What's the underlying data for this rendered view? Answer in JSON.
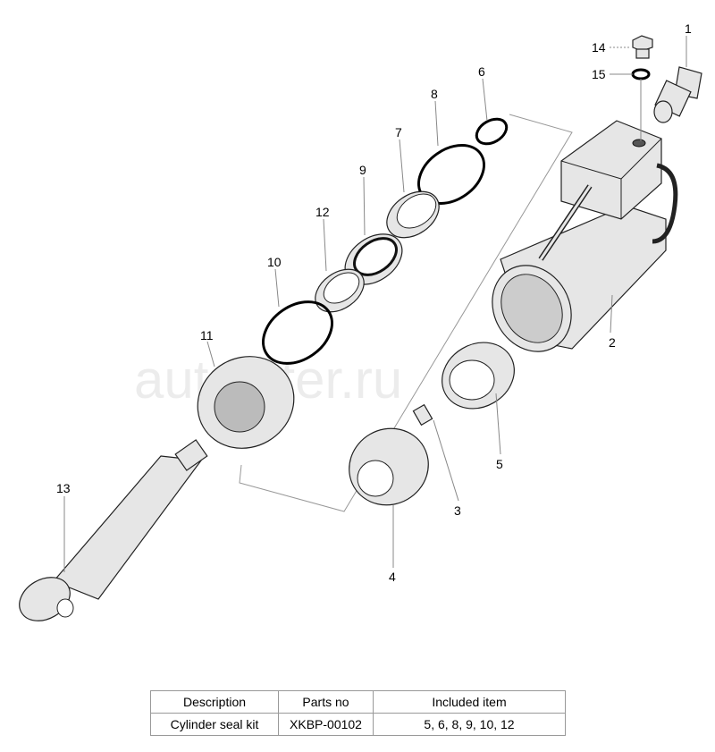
{
  "watermark": "autopiter.ru",
  "callouts": {
    "c1": "1",
    "c2": "2",
    "c3": "3",
    "c4": "4",
    "c5": "5",
    "c6": "6",
    "c7": "7",
    "c8": "8",
    "c9": "9",
    "c10": "10",
    "c11": "11",
    "c12": "12",
    "c13": "13",
    "c14": "14",
    "c15": "15"
  },
  "kit_table": {
    "headers": [
      "Description",
      "Parts no",
      "Included item"
    ],
    "rows": [
      [
        "Cylinder seal kit",
        "XKBP-00102",
        "5, 6, 8, 9, 10, 12"
      ]
    ]
  }
}
